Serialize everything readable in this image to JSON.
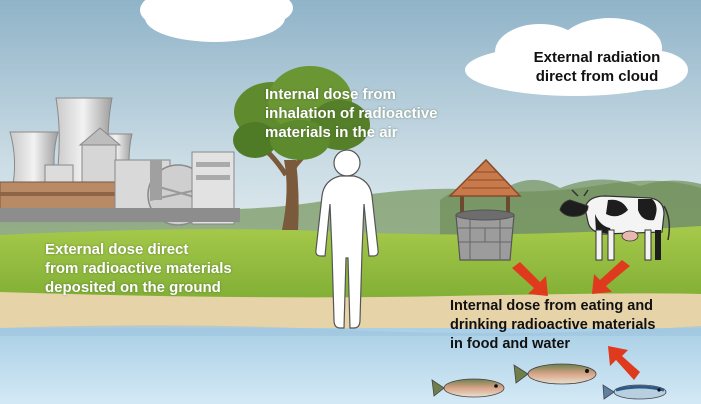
{
  "labels": {
    "cloud_radiation": "External radiation\ndirect from cloud",
    "inhalation": "Internal dose from\ninhalation of radioactive\nmaterials in the air",
    "ground_deposit": "External dose direct\nfrom radioactive materials\ndeposited on the ground",
    "ingestion": "Internal dose from eating and\ndrinking radioactive materials\nin food and water"
  },
  "icons": [
    "cloud-icon",
    "power-plant-icon",
    "tree-icon",
    "human-figure-icon",
    "well-icon",
    "cow-icon",
    "fish-icon",
    "arrow-icon"
  ],
  "colors": {
    "sky_top": "#8fb3c8",
    "sky_bottom": "#dfe9ee",
    "grass": "#8dbb3a",
    "beach": "#e6d3a8",
    "water": "#b9d9ee",
    "arrow": "#e03a1e"
  }
}
